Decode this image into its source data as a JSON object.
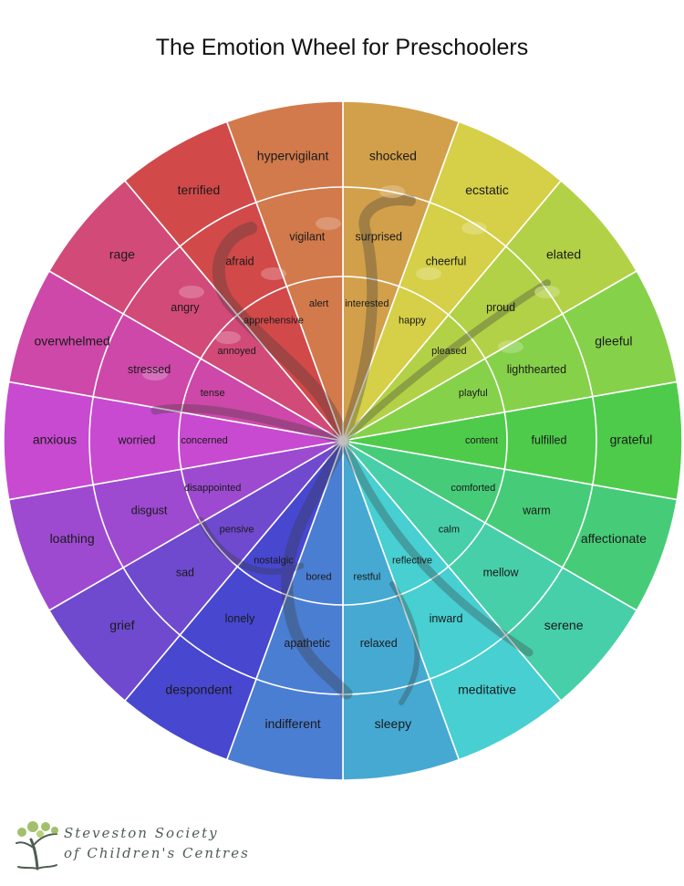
{
  "title": "The Emotion Wheel for Preschoolers",
  "wheel": {
    "segments": [
      {
        "outer": "shocked",
        "middle": "surprised",
        "inner": "interested",
        "color": "#d2a04a"
      },
      {
        "outer": "ecstatic",
        "middle": "cheerful",
        "inner": "happy",
        "color": "#d6cf48"
      },
      {
        "outer": "elated",
        "middle": "proud",
        "inner": "pleased",
        "color": "#b3d147"
      },
      {
        "outer": "gleeful",
        "middle": "lighthearted",
        "inner": "playful",
        "color": "#86d14a"
      },
      {
        "outer": "grateful",
        "middle": "fulfilled",
        "inner": "content",
        "color": "#4fcb4c"
      },
      {
        "outer": "affectionate",
        "middle": "warm",
        "inner": "comforted",
        "color": "#46cc78"
      },
      {
        "outer": "serene",
        "middle": "mellow",
        "inner": "calm",
        "color": "#47cfa9"
      },
      {
        "outer": "meditative",
        "middle": "inward",
        "inner": "reflective",
        "color": "#47cfd1"
      },
      {
        "outer": "sleepy",
        "middle": "relaxed",
        "inner": "restful",
        "color": "#45a9d2"
      },
      {
        "outer": "indifferent",
        "middle": "apathetic",
        "inner": "bored",
        "color": "#4a7ed2"
      },
      {
        "outer": "despondent",
        "middle": "lonely",
        "inner": "nostalgic",
        "color": "#4747d0"
      },
      {
        "outer": "grief",
        "middle": "sad",
        "inner": "pensive",
        "color": "#6f4acf"
      },
      {
        "outer": "loathing",
        "middle": "disgust",
        "inner": "disappointed",
        "color": "#9d4ad1"
      },
      {
        "outer": "anxious",
        "middle": "worried",
        "inner": "concerned",
        "color": "#c84ad1"
      },
      {
        "outer": "overwhelmed",
        "middle": "stressed",
        "inner": "tense",
        "color": "#cd48a9"
      },
      {
        "outer": "rage",
        "middle": "angry",
        "inner": "annoyed",
        "color": "#d24a78"
      },
      {
        "outer": "terrified",
        "middle": "afraid",
        "inner": "apprehensive",
        "color": "#d2494a"
      },
      {
        "outer": "hypervigilant",
        "middle": "vigilant",
        "inner": "alert",
        "color": "#d27a4b"
      }
    ]
  },
  "logo": {
    "line1": "Steveston Society",
    "line2": "of Children's Centres",
    "icon": "tree-icon"
  }
}
